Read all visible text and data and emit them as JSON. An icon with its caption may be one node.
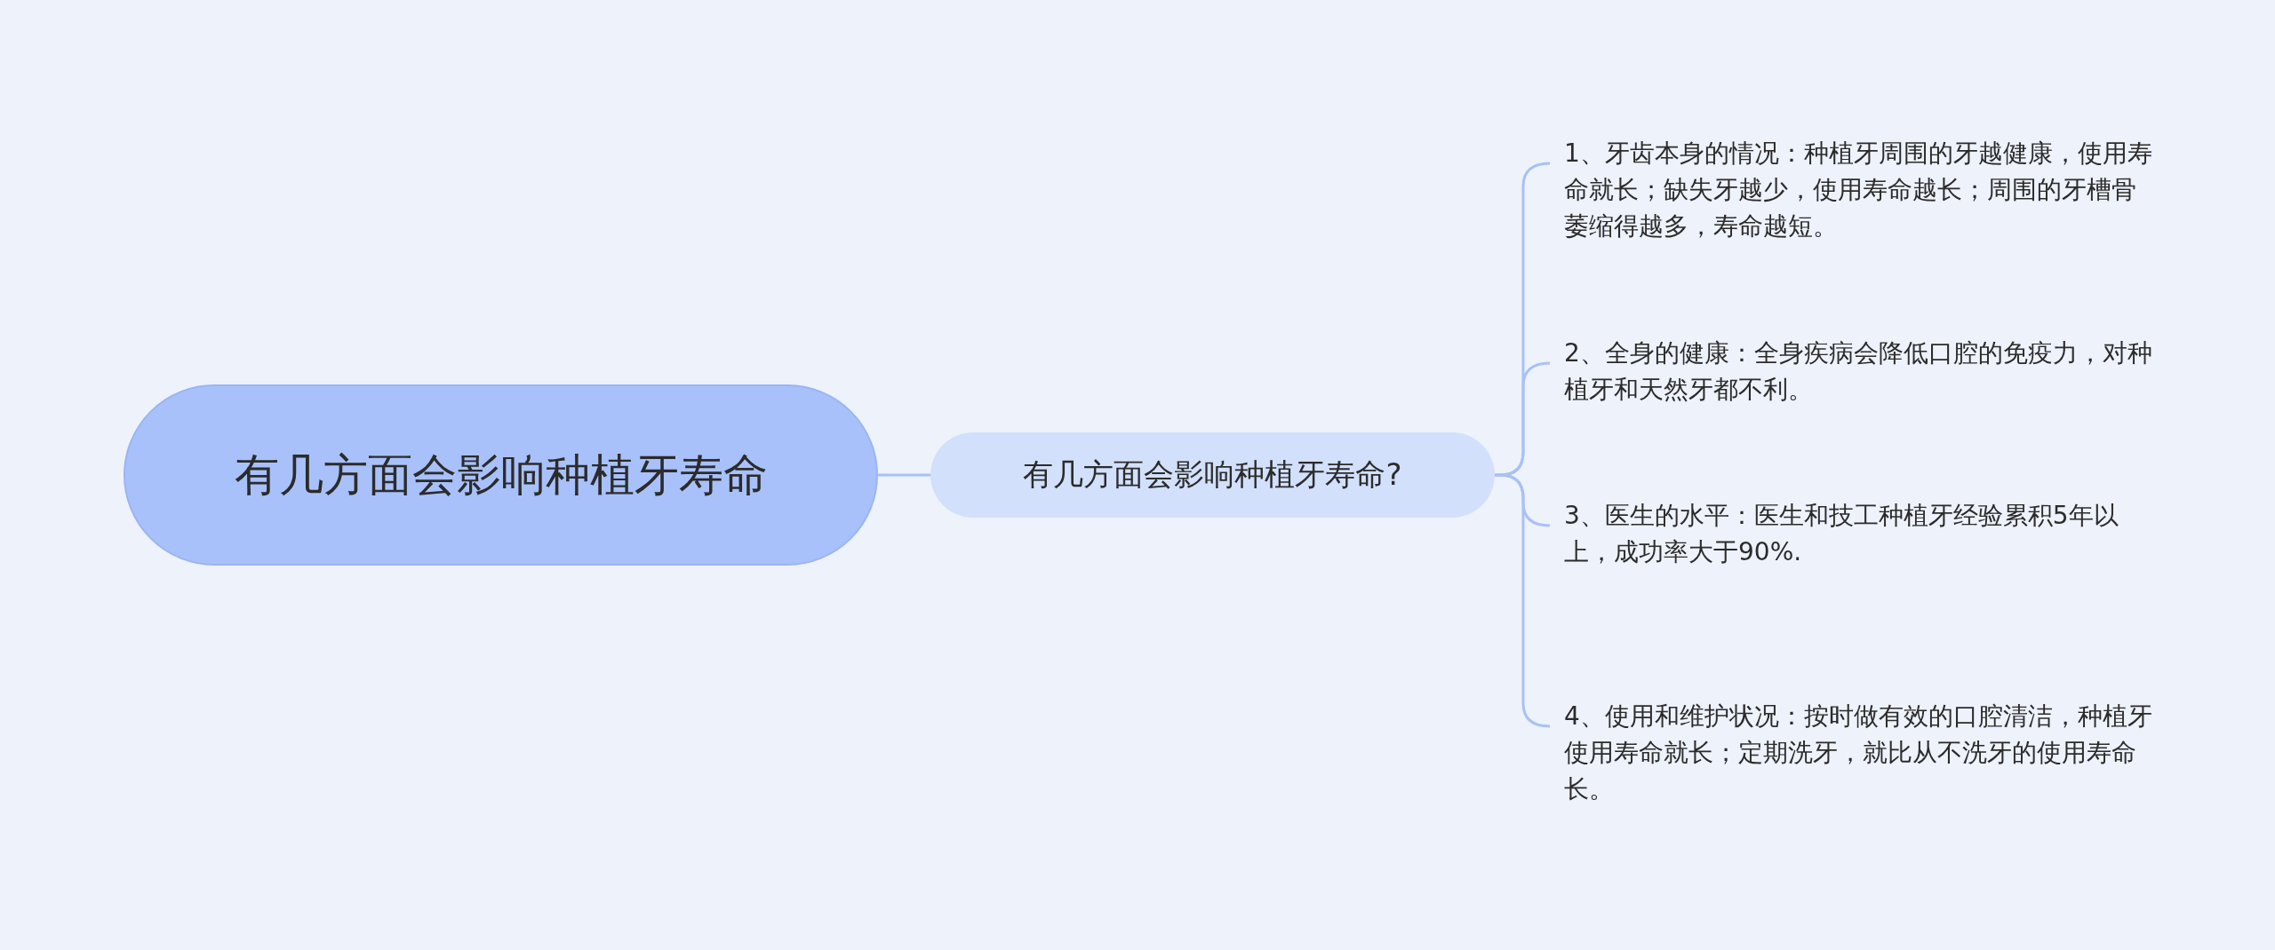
{
  "diagram": {
    "nodes": [
      {
        "text": [
          "有几方面会影响种植牙寿命"
        ]
      },
      {
        "text": [
          "有几方面会影响种植牙寿命?"
        ]
      },
      {
        "text": [
          "1、牙齿本身的情况：种植牙周围的牙越健康，使用寿命就长；缺失牙越少，使用寿命越长；周围的牙槽骨萎缩得越多，寿命越短。"
        ]
      },
      {
        "text": [
          "2、全身的健康：全身疾病会降低口腔的免疫力，对种植牙和天然牙都不利。"
        ]
      },
      {
        "text": [
          "3、医生的水平：医生和技工种植牙经验累积5年以上，成功率大于90%."
        ]
      },
      {
        "text": [
          "4、使用和维护状况：按时做有效的口腔清洁，种植牙使用寿命就长；定期洗牙，就比从不洗牙的使用寿命长。"
        ]
      }
    ],
    "edges": [
      {
        "from": 0,
        "to": 1,
        "arrow": "none"
      },
      {
        "from": 1,
        "to": 2,
        "arrow": "none"
      },
      {
        "from": 1,
        "to": 3,
        "arrow": "none"
      },
      {
        "from": 1,
        "to": 4,
        "arrow": "none"
      },
      {
        "from": 1,
        "to": 5,
        "arrow": "none"
      }
    ]
  }
}
